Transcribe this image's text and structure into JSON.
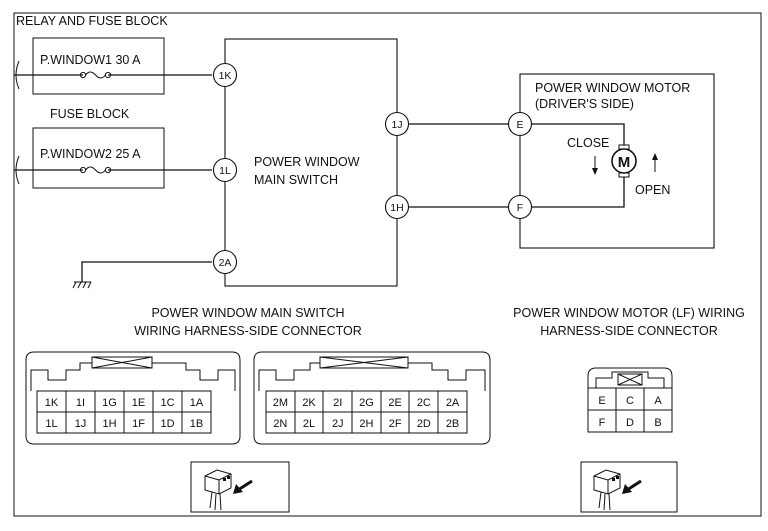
{
  "relay_fuse_block": {
    "title": "RELAY AND FUSE BLOCK",
    "fuse_label": "P.WINDOW1 30 A"
  },
  "fuse_block": {
    "title": "FUSE BLOCK",
    "fuse_label": "P.WINDOW2 25 A"
  },
  "main_switch": {
    "name_line1": "POWER WINDOW",
    "name_line2": "MAIN SWITCH",
    "terminals": {
      "t_1k": "1K",
      "t_1l": "1L",
      "t_2a": "2A",
      "t_1j": "1J",
      "t_1h": "1H"
    }
  },
  "motor": {
    "title_line1": "POWER WINDOW MOTOR",
    "title_line2": "(DRIVER'S SIDE)",
    "terminal_e": "E",
    "terminal_f": "F",
    "symbol": "M",
    "close_label": "CLOSE",
    "open_label": "OPEN"
  },
  "switch_connector": {
    "caption_line1": "POWER WINDOW MAIN SWITCH",
    "caption_line2": "WIRING HARNESS-SIDE CONNECTOR",
    "block1_row1": [
      "1K",
      "1I",
      "1G",
      "1E",
      "1C",
      "1A"
    ],
    "block1_row2": [
      "1L",
      "1J",
      "1H",
      "1F",
      "1D",
      "1B"
    ],
    "block2_row1": [
      "2M",
      "2K",
      "2I",
      "2G",
      "2E",
      "2C",
      "2A"
    ],
    "block2_row2": [
      "2N",
      "2L",
      "2J",
      "2H",
      "2F",
      "2D",
      "2B"
    ]
  },
  "motor_connector": {
    "caption_line1": "POWER WINDOW MOTOR (LF) WIRING",
    "caption_line2": "HARNESS-SIDE CONNECTOR",
    "row1": [
      "E",
      "C",
      "A"
    ],
    "row2": [
      "F",
      "D",
      "B"
    ]
  }
}
